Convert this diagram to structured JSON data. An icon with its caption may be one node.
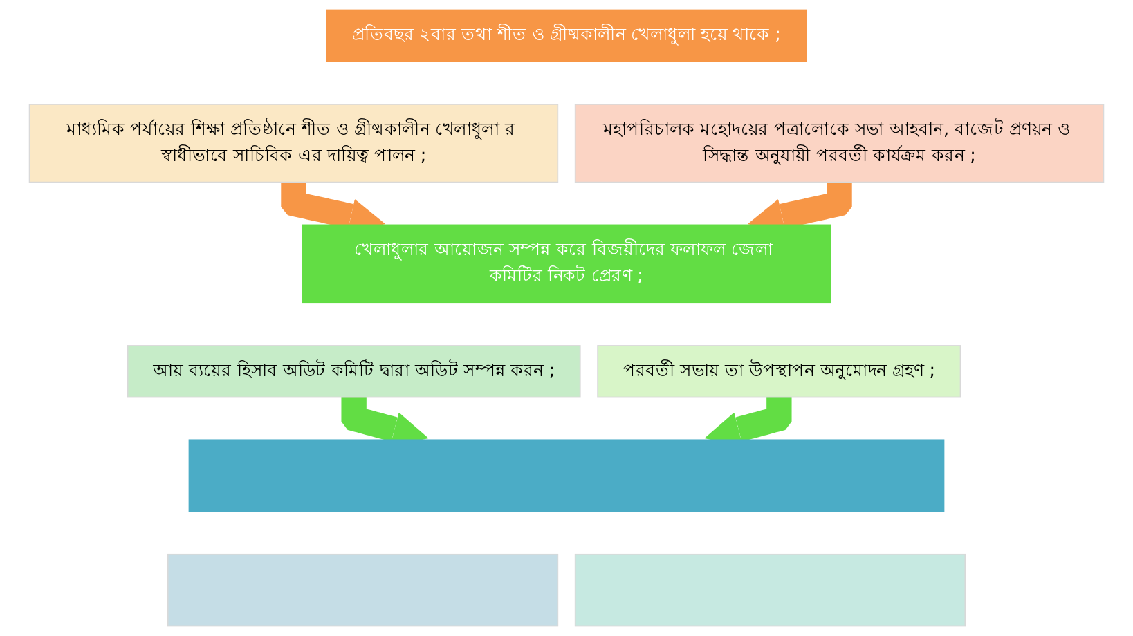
{
  "diagram": {
    "nodes": [
      {
        "text": [
          "প্রতিবছর ২বার তথা শীত ও গ্রীষ্মকালীন খেলাধুলা হয়ে থাকে ;"
        ]
      },
      {
        "text": [
          "মাধ্যমিক পর্যায়ের শিক্ষা প্রতিষ্ঠানে শীত ও গ্রীষ্মকালীন খেলাধুলা র স্বাধীভাবে সাচিবিক এর দায়িত্ব পালন ;"
        ]
      },
      {
        "text": [
          "মহাপরিচালক মহোদয়ের পত্রালোকে সভা আহবান, বাজেট প্রণয়ন ও সিদ্ধান্ত অনুযায়ী পরবর্তী কার্যক্রম করন ;"
        ]
      },
      {
        "text": [
          "খেলাধুলার আয়োজন সম্পন্ন করে বিজয়ীদের ফলাফল জেলা কমিটির নিকট প্রেরণ ;"
        ]
      },
      {
        "text": [
          "আয় ব্যয়ের হিসাব অডিট কমিটি দ্বারা অডিট সম্পন্ন করন ;"
        ]
      },
      {
        "text": [
          "পরবর্তী সভায় তা উপস্থাপন অনুমোদন গ্রহণ ;"
        ]
      },
      {
        "text": [],
        "shape": "bar"
      },
      {
        "text": [],
        "shape": "box"
      },
      {
        "text": [],
        "shape": "box"
      }
    ],
    "edges": [
      {
        "from": 1,
        "to": 3,
        "arrow": "to",
        "color": "#f79646"
      },
      {
        "from": 2,
        "to": 3,
        "arrow": "to",
        "color": "#f79646"
      },
      {
        "from": 4,
        "to": 6,
        "arrow": "to",
        "color": "#62dd44"
      },
      {
        "from": 5,
        "to": 6,
        "arrow": "to",
        "color": "#62dd44"
      }
    ]
  }
}
